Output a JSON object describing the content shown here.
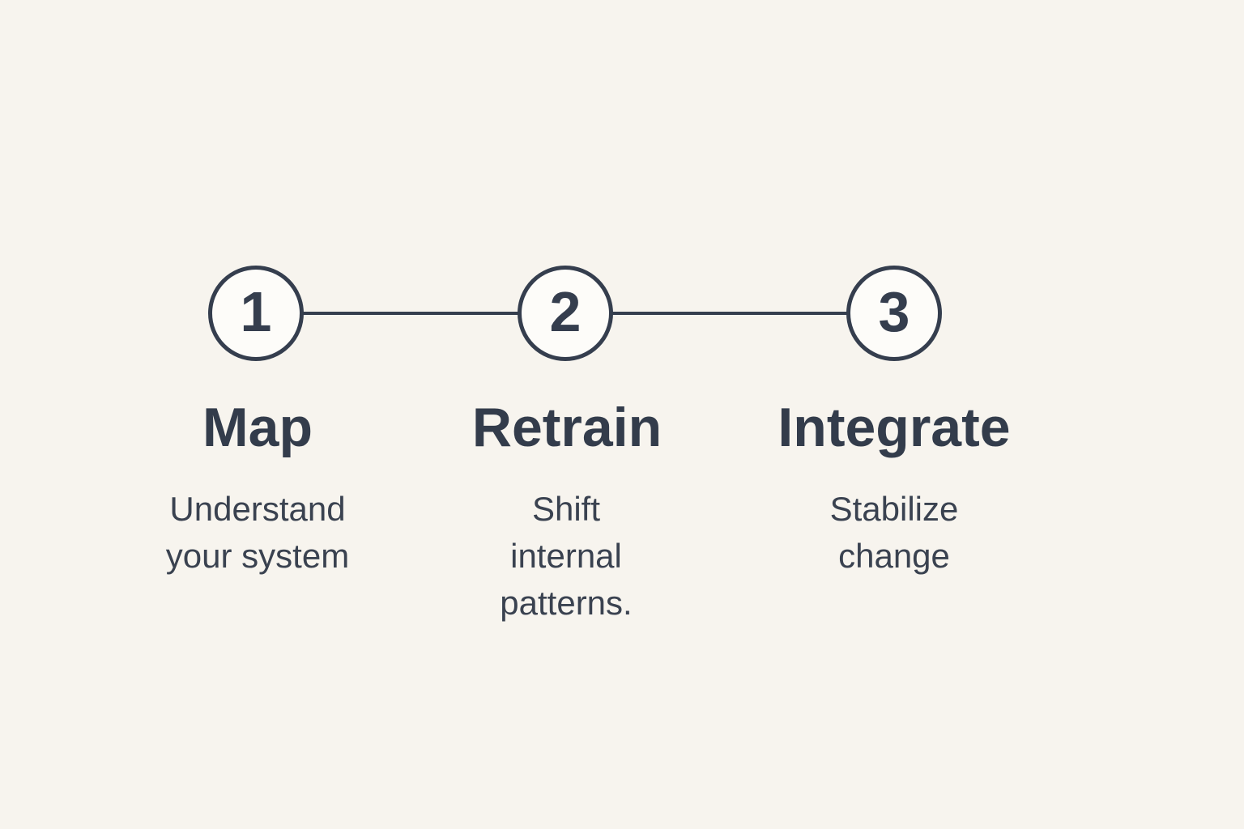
{
  "diagram": {
    "type": "process-steps",
    "colors": {
      "background": "#f7f4ee",
      "accent": "#353e4e",
      "circle_fill": "#fdfcf9",
      "title_text": "#333c4b",
      "subtitle_text": "#3a4250"
    },
    "steps": [
      {
        "number": "1",
        "title": "Map",
        "subtitle": "Understand\nyour system"
      },
      {
        "number": "2",
        "title": "Retrain",
        "subtitle": "Shift\ninternal\npatterns."
      },
      {
        "number": "3",
        "title": "Integrate",
        "subtitle": "Stabilize\nchange"
      }
    ]
  }
}
